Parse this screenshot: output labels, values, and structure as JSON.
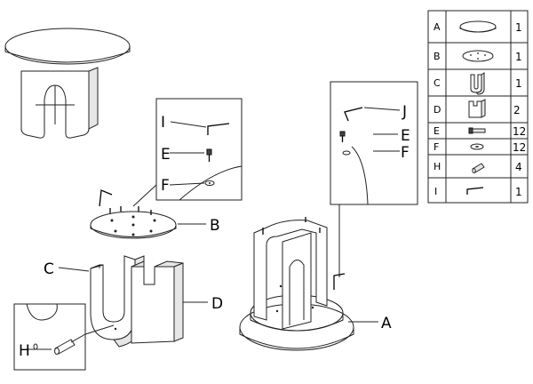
{
  "callout_labels": {
    "A": "A",
    "B": "B",
    "C": "C",
    "D": "D",
    "E1": "E",
    "F1": "F",
    "H": "H",
    "I": "I",
    "J": "J",
    "E2": "E",
    "F2": "F"
  },
  "parts_table": [
    {
      "letter": "A",
      "qty": "1",
      "icon": "round-tabletop"
    },
    {
      "letter": "B",
      "qty": "1",
      "icon": "mounting-plate"
    },
    {
      "letter": "C",
      "qty": "1",
      "icon": "u-shaped-leg"
    },
    {
      "letter": "D",
      "qty": "2",
      "icon": "notched-leg-panel"
    },
    {
      "letter": "E",
      "qty": "12",
      "icon": "bolt"
    },
    {
      "letter": "F",
      "qty": "12",
      "icon": "washer"
    },
    {
      "letter": "H",
      "qty": "4",
      "icon": "dowel"
    },
    {
      "letter": "I",
      "qty": "1",
      "icon": "allen-key"
    }
  ]
}
